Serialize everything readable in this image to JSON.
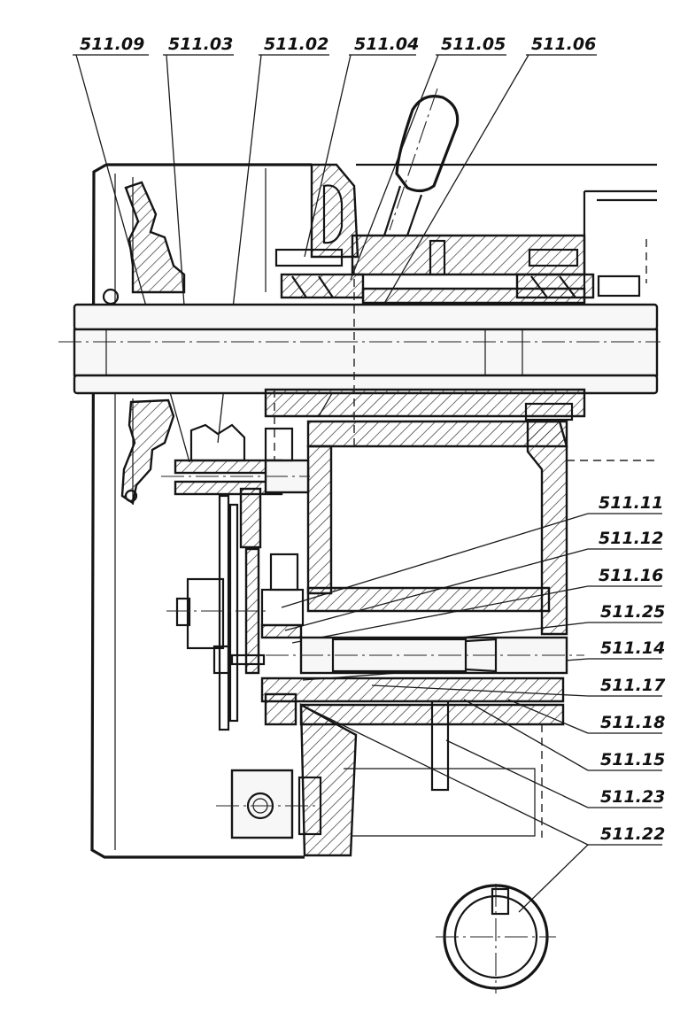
{
  "drawing": {
    "labels": [
      {
        "id": "511-09",
        "text": "511.09"
      },
      {
        "id": "511-03",
        "text": "511.03"
      },
      {
        "id": "511-02",
        "text": "511.02"
      },
      {
        "id": "511-04",
        "text": "511.04"
      },
      {
        "id": "511-05",
        "text": "511.05"
      },
      {
        "id": "511-06",
        "text": "511.06"
      },
      {
        "id": "511-11",
        "text": "511.11"
      },
      {
        "id": "511-12",
        "text": "511.12"
      },
      {
        "id": "511-16",
        "text": "511.16"
      },
      {
        "id": "511-25",
        "text": "511.25"
      },
      {
        "id": "511-14",
        "text": "511.14"
      },
      {
        "id": "511-17",
        "text": "511.17"
      },
      {
        "id": "511-18",
        "text": "511.18"
      },
      {
        "id": "511-15",
        "text": "511.15"
      },
      {
        "id": "511-23",
        "text": "511.23"
      },
      {
        "id": "511-22",
        "text": "511.22"
      }
    ],
    "colors": {
      "ink": "#151515",
      "paper": "#ffffff"
    }
  }
}
